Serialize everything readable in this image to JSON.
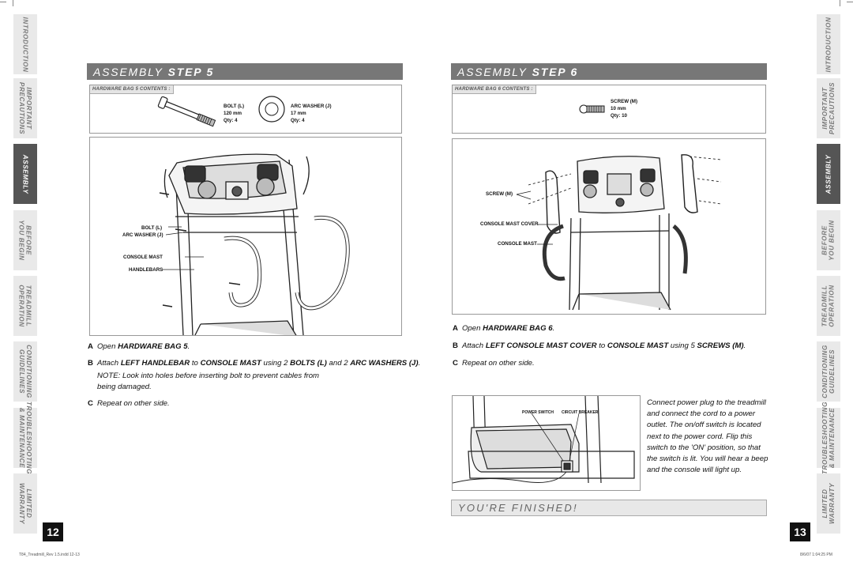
{
  "side_tabs": [
    {
      "label": "INTRODUCTION",
      "active": false
    },
    {
      "label": "IMPORTANT\nPRECAUTIONS",
      "active": false
    },
    {
      "label": "ASSEMBLY",
      "active": true
    },
    {
      "label": "BEFORE\nYOU BEGIN",
      "active": false
    },
    {
      "label": "TREADMILL\nOPERATION",
      "active": false
    },
    {
      "label": "CONDITIONING\nGUIDELINES",
      "active": false
    },
    {
      "label": "TROUBLESHOOTING\n& MAINTENANCE",
      "active": false
    },
    {
      "label": "LIMITED\nWARRANTY",
      "active": false
    }
  ],
  "left_page": {
    "page_number": "12",
    "header_light": "ASSEMBLY",
    "header_bold": "STEP 5",
    "hardware_label": "HARDWARE BAG 5 CONTENTS :",
    "bolt": {
      "name": "BOLT (L)",
      "size": "120 mm",
      "qty": "Qty: 4"
    },
    "washer": {
      "name": "ARC WASHER (J)",
      "size": "17 mm",
      "qty": "Qty: 4"
    },
    "callouts": {
      "bolt": "BOLT (L)",
      "washer": "ARC WASHER (J)",
      "mast": "CONSOLE MAST",
      "handlebars": "HANDLEBARS"
    },
    "steps": {
      "a_key": "A",
      "a_text": "Open",
      "a_bold": "HARDWARE BAG 5",
      "a_end": ".",
      "b_key": "B",
      "b_t1": "Attach",
      "b_b1": "LEFT HANDLEBAR",
      "b_t2": "to",
      "b_b2": "CONSOLE MAST",
      "b_t3": "using 2",
      "b_b3": "BOLTS (L)",
      "b_t4": "and 2",
      "b_b4": "ARC WASHERS (J)",
      "b_end": ".",
      "note1": "NOTE: Look into holes before inserting bolt to prevent cables from",
      "note2": "being damaged.",
      "c_key": "C",
      "c_text": "Repeat on other side."
    },
    "footer": "T84_Treadmill_Rev 1.5.indd   12-13"
  },
  "right_page": {
    "page_number": "13",
    "header_light": "ASSEMBLY",
    "header_bold": "STEP 6",
    "hardware_label": "HARDWARE BAG 6 CONTENTS :",
    "screw": {
      "name": "SCREW (M)",
      "size": "10 mm",
      "qty": "Qty: 10"
    },
    "callouts": {
      "screw": "SCREW (M)",
      "cover": "CONSOLE MAST COVER",
      "mast": "CONSOLE MAST",
      "power": "POWER SWITCH",
      "breaker": "CIRCUIT BREAKER"
    },
    "steps": {
      "a_key": "A",
      "a_text": "Open",
      "a_bold": "HARDWARE BAG 6",
      "a_end": ".",
      "b_key": "B",
      "b_t1": "Attach",
      "b_b1": "LEFT CONSOLE MAST COVER",
      "b_t2": "to",
      "b_b2": "CONSOLE MAST",
      "b_t3": "using 5",
      "b_b3": "SCREWS (M)",
      "b_end": ".",
      "c_key": "C",
      "c_text": "Repeat on other side."
    },
    "power_text": [
      "Connect power plug to the treadmill",
      "and connect the cord to a power",
      "outlet. The on/off switch is located",
      "next to the power cord. Flip this",
      "switch to the 'ON' position, so that",
      "the switch is lit. You will hear a beep",
      "and the console will light up."
    ],
    "finished": "YOU'RE FINISHED!",
    "footer": "8/6/07   1:04:25 PM"
  }
}
